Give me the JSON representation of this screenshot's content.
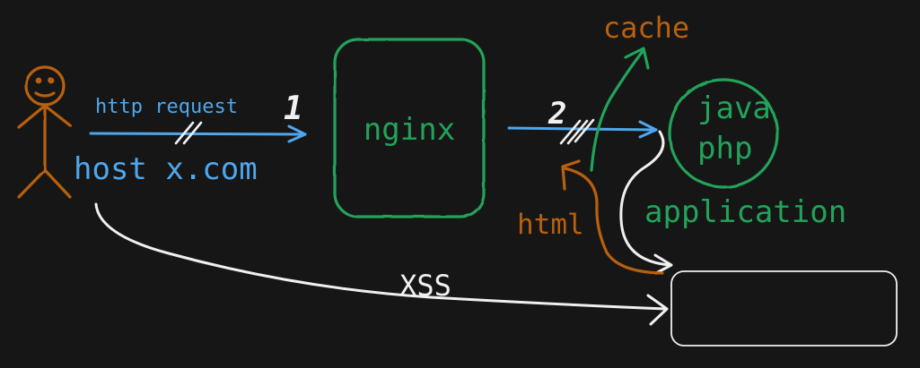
{
  "colors": {
    "background": "#161616",
    "blue": "#4ea7ee",
    "green": "#21a35a",
    "orange": "#b8600f",
    "white": "#f0f0f0"
  },
  "actor": {
    "icon": "stick-figure-icon"
  },
  "request": {
    "label": "http request",
    "host": "host x.com",
    "step": "1"
  },
  "proxy": {
    "label": "nginx"
  },
  "forward": {
    "step": "2"
  },
  "cache": {
    "label": "cache"
  },
  "html": {
    "label": "html"
  },
  "app": {
    "line1": "java",
    "line2": "php",
    "label": "application"
  },
  "attack": {
    "label": "XSS"
  }
}
